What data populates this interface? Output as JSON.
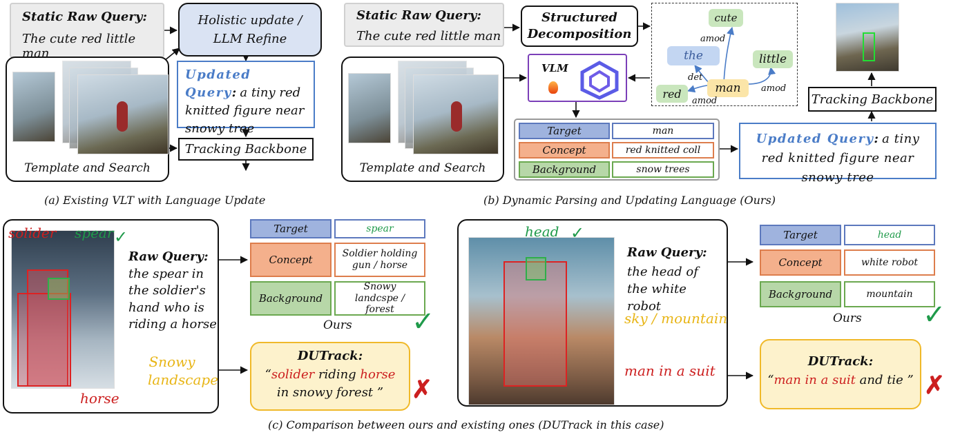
{
  "panel_a": {
    "raw_query_title": "Static Raw Query:",
    "raw_query_text": "The cute red little man",
    "llm_refine": "Holistic update / LLM Refine",
    "updated_query_label": "Updated Query",
    "updated_query_text": "a tiny red knitted figure near snowy tree",
    "tracking_backbone": "Tracking Backbone",
    "template_search": "Template and Search",
    "caption": "(a) Existing VLT with Language Update"
  },
  "panel_b": {
    "raw_query_title": "Static Raw Query:",
    "raw_query_text": "The cute red little man",
    "structured_decomposition": "Structured Decomposition",
    "vlm_label": "VLM",
    "template_search": "Template and Search",
    "tracking_backbone": "Tracking Backbone",
    "updated_query_label": "Updated Query",
    "updated_query_text": "a tiny red knitted figure near snowy tree",
    "parse_tree": {
      "nodes": [
        "cute",
        "the",
        "little",
        "red",
        "man"
      ],
      "relations": [
        "amod",
        "det",
        "amod",
        "amod"
      ]
    },
    "table": [
      {
        "key": "Target",
        "value": "man"
      },
      {
        "key": "Concept",
        "value": "red knitted coll"
      },
      {
        "key": "Background",
        "value": "snow trees"
      }
    ],
    "caption": "(b) Dynamic Parsing and Updating Language (Ours)"
  },
  "panel_c_left": {
    "labels": {
      "solider": "solider",
      "spear": "spear",
      "horse": "horse",
      "snowy": "Snowy landscape"
    },
    "raw_query_title": "Raw Query:",
    "raw_query_text": "the spear in the soldier's hand who is riding a horse",
    "table": [
      {
        "key": "Target",
        "value": "spear"
      },
      {
        "key": "Concept",
        "value": "Soldier holding gun / horse"
      },
      {
        "key": "Background",
        "value": "Snowy landcspe / forest"
      }
    ],
    "ours": "Ours",
    "dutrack_title": "DUTrack:",
    "dutrack_parts": [
      "“",
      "solider",
      " riding ",
      "horse",
      " in snowy forest ”"
    ]
  },
  "panel_c_right": {
    "labels": {
      "head": "head",
      "sky": "sky / mountain",
      "man": "man in a suit"
    },
    "raw_query_title": "Raw Query:",
    "raw_query_text": "the head of the white robot",
    "table": [
      {
        "key": "Target",
        "value": "head"
      },
      {
        "key": "Concept",
        "value": "white robot"
      },
      {
        "key": "Background",
        "value": "mountain"
      }
    ],
    "ours": "Ours",
    "dutrack_title": "DUTrack:",
    "dutrack_parts": [
      "“",
      "man in a suit",
      " and tie ”"
    ]
  },
  "caption_c": "(c) Comparison between ours and existing ones (DUTrack in this case)",
  "colors": {
    "blue": "#4a7cc7",
    "red": "#cc1f1f",
    "green": "#1f9a4a",
    "yellow": "#e8b516"
  }
}
